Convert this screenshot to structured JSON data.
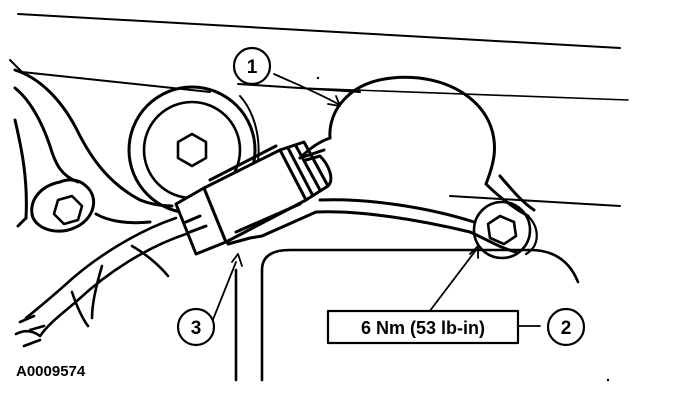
{
  "figure": {
    "id": "A0009574",
    "callouts": [
      {
        "number": "1"
      },
      {
        "number": "2"
      },
      {
        "number": "3"
      }
    ],
    "torque_spec": "6 Nm (53 lb-in)"
  },
  "colors": {
    "ink": "#000000",
    "paper": "#ffffff"
  }
}
